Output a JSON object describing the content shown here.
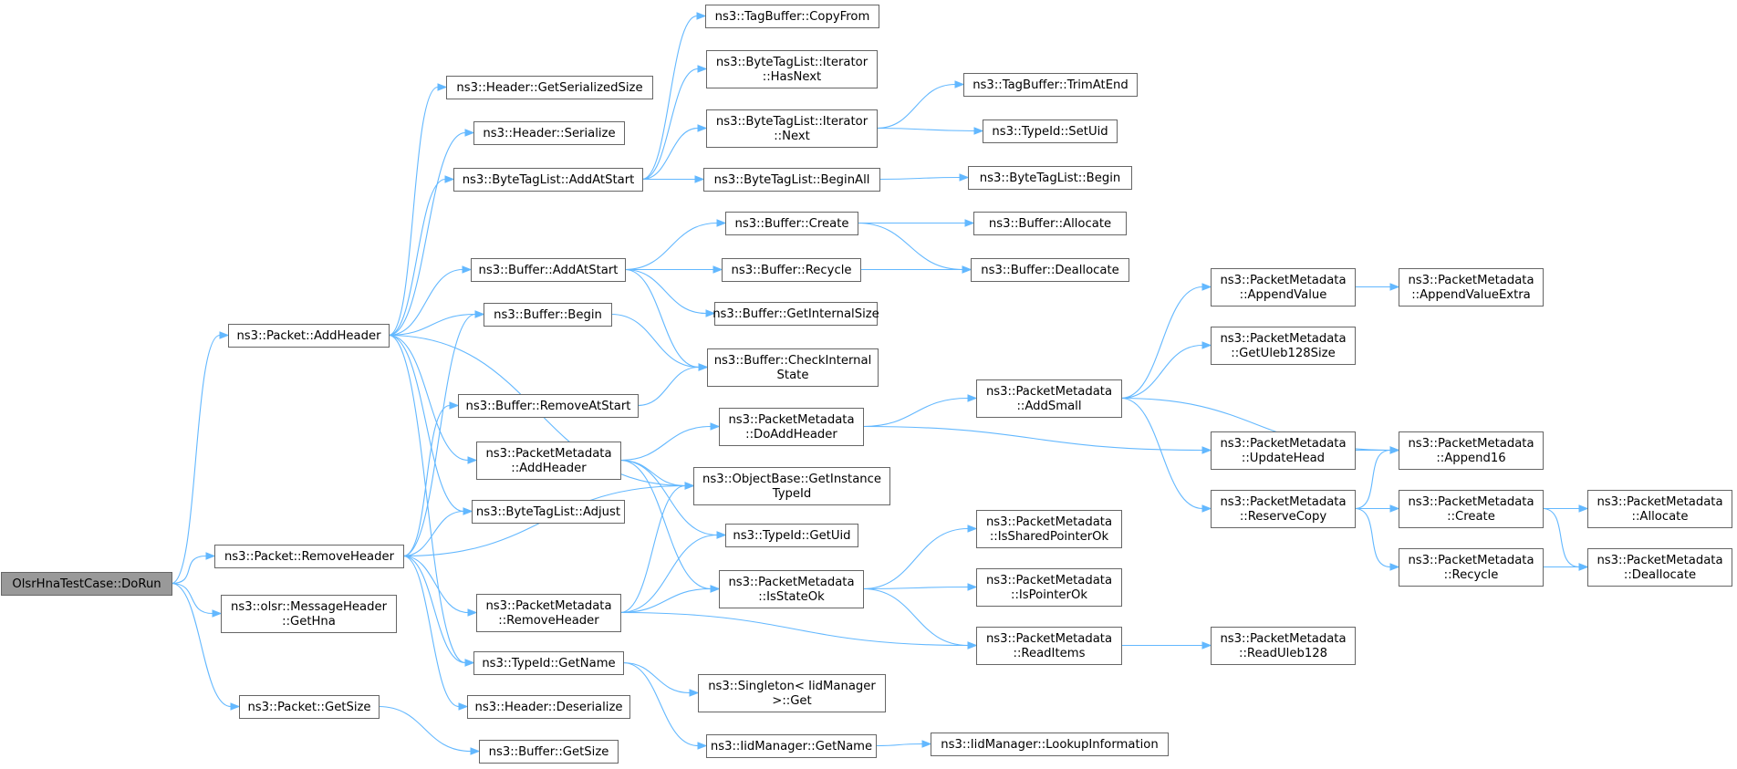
{
  "graph": {
    "nodes": [
      {
        "id": "dorun",
        "lines": [
          "OlsrHnaTestCase::DoRun"
        ],
        "root": true
      },
      {
        "id": "p_addheader",
        "lines": [
          "ns3::Packet::AddHeader"
        ]
      },
      {
        "id": "p_removeheader",
        "lines": [
          "ns3::Packet::RemoveHeader"
        ]
      },
      {
        "id": "olsr_gethna",
        "lines": [
          "ns3::olsr::MessageHeader",
          "::GetHna"
        ]
      },
      {
        "id": "p_getsize",
        "lines": [
          "ns3::Packet::GetSize"
        ]
      },
      {
        "id": "h_getser",
        "lines": [
          "ns3::Header::GetSerializedSize"
        ]
      },
      {
        "id": "h_serialize",
        "lines": [
          "ns3::Header::Serialize"
        ]
      },
      {
        "id": "btl_addatstart",
        "lines": [
          "ns3::ByteTagList::AddAtStart"
        ]
      },
      {
        "id": "b_addatstart",
        "lines": [
          "ns3::Buffer::AddAtStart"
        ]
      },
      {
        "id": "b_begin",
        "lines": [
          "ns3::Buffer::Begin"
        ]
      },
      {
        "id": "b_removeatstart",
        "lines": [
          "ns3::Buffer::RemoveAtStart"
        ]
      },
      {
        "id": "pm_addheader",
        "lines": [
          "ns3::PacketMetadata",
          "::AddHeader"
        ]
      },
      {
        "id": "btl_adjust",
        "lines": [
          "ns3::ByteTagList::Adjust"
        ]
      },
      {
        "id": "pm_removeheader",
        "lines": [
          "ns3::PacketMetadata",
          "::RemoveHeader"
        ]
      },
      {
        "id": "t_getname",
        "lines": [
          "ns3::TypeId::GetName"
        ]
      },
      {
        "id": "h_deserialize",
        "lines": [
          "ns3::Header::Deserialize"
        ]
      },
      {
        "id": "b_getsize",
        "lines": [
          "ns3::Buffer::GetSize"
        ]
      },
      {
        "id": "tb_copyfrom",
        "lines": [
          "ns3::TagBuffer::CopyFrom"
        ]
      },
      {
        "id": "btl_it_hasnext",
        "lines": [
          "ns3::ByteTagList::Iterator",
          "::HasNext"
        ]
      },
      {
        "id": "btl_it_next",
        "lines": [
          "ns3::ByteTagList::Iterator",
          "::Next"
        ]
      },
      {
        "id": "btl_beginall",
        "lines": [
          "ns3::ByteTagList::BeginAll"
        ]
      },
      {
        "id": "b_create",
        "lines": [
          "ns3::Buffer::Create"
        ]
      },
      {
        "id": "b_recycle",
        "lines": [
          "ns3::Buffer::Recycle"
        ]
      },
      {
        "id": "b_getinternalsize",
        "lines": [
          "ns3::Buffer::GetInternalSize"
        ]
      },
      {
        "id": "b_checkinternal",
        "lines": [
          "ns3::Buffer::CheckInternal",
          "State"
        ]
      },
      {
        "id": "pm_doaddheader",
        "lines": [
          "ns3::PacketMetadata",
          "::DoAddHeader"
        ]
      },
      {
        "id": "ob_getinstancetypeid",
        "lines": [
          "ns3::ObjectBase::GetInstance",
          "TypeId"
        ]
      },
      {
        "id": "t_getuid",
        "lines": [
          "ns3::TypeId::GetUid"
        ]
      },
      {
        "id": "pm_isstateok",
        "lines": [
          "ns3::PacketMetadata",
          "::IsStateOk"
        ]
      },
      {
        "id": "singleton_get",
        "lines": [
          "ns3::Singleton< IidManager",
          ">::Get"
        ]
      },
      {
        "id": "iid_getname",
        "lines": [
          "ns3::IidManager::GetName"
        ]
      },
      {
        "id": "tb_trimatend",
        "lines": [
          "ns3::TagBuffer::TrimAtEnd"
        ]
      },
      {
        "id": "t_setuid",
        "lines": [
          "ns3::TypeId::SetUid"
        ]
      },
      {
        "id": "btl_begin",
        "lines": [
          "ns3::ByteTagList::Begin"
        ]
      },
      {
        "id": "b_allocate",
        "lines": [
          "ns3::Buffer::Allocate"
        ]
      },
      {
        "id": "b_deallocate",
        "lines": [
          "ns3::Buffer::Deallocate"
        ]
      },
      {
        "id": "pm_addsmall",
        "lines": [
          "ns3::PacketMetadata",
          "::AddSmall"
        ]
      },
      {
        "id": "pm_issharedpointerok",
        "lines": [
          "ns3::PacketMetadata",
          "::IsSharedPointerOk"
        ]
      },
      {
        "id": "pm_ispointerok",
        "lines": [
          "ns3::PacketMetadata",
          "::IsPointerOk"
        ]
      },
      {
        "id": "pm_readitems",
        "lines": [
          "ns3::PacketMetadata",
          "::ReadItems"
        ]
      },
      {
        "id": "iid_lookupinfo",
        "lines": [
          "ns3::IidManager::LookupInformation"
        ]
      },
      {
        "id": "pm_appendvalue",
        "lines": [
          "ns3::PacketMetadata",
          "::AppendValue"
        ]
      },
      {
        "id": "pm_getuleb128size",
        "lines": [
          "ns3::PacketMetadata",
          "::GetUleb128Size"
        ]
      },
      {
        "id": "pm_updatehead",
        "lines": [
          "ns3::PacketMetadata",
          "::UpdateHead"
        ]
      },
      {
        "id": "pm_reservecopy",
        "lines": [
          "ns3::PacketMetadata",
          "::ReserveCopy"
        ]
      },
      {
        "id": "pm_appendvalueextra",
        "lines": [
          "ns3::PacketMetadata",
          "::AppendValueExtra"
        ]
      },
      {
        "id": "pm_append16",
        "lines": [
          "ns3::PacketMetadata",
          "::Append16"
        ]
      },
      {
        "id": "pm_create",
        "lines": [
          "ns3::PacketMetadata",
          "::Create"
        ]
      },
      {
        "id": "pm_recycle",
        "lines": [
          "ns3::PacketMetadata",
          "::Recycle"
        ]
      },
      {
        "id": "pm_readuleb128",
        "lines": [
          "ns3::PacketMetadata",
          "::ReadUleb128"
        ]
      },
      {
        "id": "pm_allocate",
        "lines": [
          "ns3::PacketMetadata",
          "::Allocate"
        ]
      },
      {
        "id": "pm_deallocate",
        "lines": [
          "ns3::PacketMetadata",
          "::Deallocate"
        ]
      }
    ],
    "edges": [
      [
        "dorun",
        "p_addheader"
      ],
      [
        "dorun",
        "p_removeheader"
      ],
      [
        "dorun",
        "olsr_gethna"
      ],
      [
        "dorun",
        "p_getsize"
      ],
      [
        "p_addheader",
        "h_getser"
      ],
      [
        "p_addheader",
        "h_serialize"
      ],
      [
        "p_addheader",
        "btl_addatstart"
      ],
      [
        "p_addheader",
        "b_addatstart"
      ],
      [
        "p_addheader",
        "b_begin"
      ],
      [
        "p_addheader",
        "pm_addheader"
      ],
      [
        "p_addheader",
        "btl_adjust"
      ],
      [
        "p_addheader",
        "ob_getinstancetypeid"
      ],
      [
        "p_addheader",
        "t_getname"
      ],
      [
        "p_removeheader",
        "b_begin"
      ],
      [
        "p_removeheader",
        "b_removeatstart"
      ],
      [
        "p_removeheader",
        "btl_adjust"
      ],
      [
        "p_removeheader",
        "ob_getinstancetypeid"
      ],
      [
        "p_removeheader",
        "pm_removeheader"
      ],
      [
        "p_removeheader",
        "t_getname"
      ],
      [
        "p_removeheader",
        "h_deserialize"
      ],
      [
        "p_getsize",
        "b_getsize"
      ],
      [
        "btl_addatstart",
        "tb_copyfrom"
      ],
      [
        "btl_addatstart",
        "btl_it_hasnext"
      ],
      [
        "btl_addatstart",
        "btl_it_next"
      ],
      [
        "btl_addatstart",
        "btl_beginall"
      ],
      [
        "b_addatstart",
        "b_create"
      ],
      [
        "b_addatstart",
        "b_recycle"
      ],
      [
        "b_addatstart",
        "b_getinternalsize"
      ],
      [
        "b_addatstart",
        "b_checkinternal"
      ],
      [
        "b_begin",
        "b_checkinternal"
      ],
      [
        "b_removeatstart",
        "b_checkinternal"
      ],
      [
        "pm_addheader",
        "pm_doaddheader"
      ],
      [
        "pm_addheader",
        "ob_getinstancetypeid"
      ],
      [
        "pm_addheader",
        "t_getuid"
      ],
      [
        "pm_addheader",
        "pm_isstateok"
      ],
      [
        "pm_removeheader",
        "ob_getinstancetypeid"
      ],
      [
        "pm_removeheader",
        "t_getuid"
      ],
      [
        "pm_removeheader",
        "pm_isstateok"
      ],
      [
        "pm_removeheader",
        "pm_readitems"
      ],
      [
        "t_getname",
        "singleton_get"
      ],
      [
        "t_getname",
        "iid_getname"
      ],
      [
        "btl_it_next",
        "tb_trimatend"
      ],
      [
        "btl_it_next",
        "t_setuid"
      ],
      [
        "btl_beginall",
        "btl_begin"
      ],
      [
        "b_create",
        "b_allocate"
      ],
      [
        "b_create",
        "b_deallocate"
      ],
      [
        "b_recycle",
        "b_deallocate"
      ],
      [
        "pm_doaddheader",
        "pm_addsmall"
      ],
      [
        "pm_doaddheader",
        "pm_updatehead"
      ],
      [
        "pm_isstateok",
        "pm_issharedpointerok"
      ],
      [
        "pm_isstateok",
        "pm_ispointerok"
      ],
      [
        "pm_isstateok",
        "pm_readitems"
      ],
      [
        "iid_getname",
        "iid_lookupinfo"
      ],
      [
        "pm_addsmall",
        "pm_appendvalue"
      ],
      [
        "pm_addsmall",
        "pm_getuleb128size"
      ],
      [
        "pm_addsmall",
        "pm_append16"
      ],
      [
        "pm_addsmall",
        "pm_reservecopy"
      ],
      [
        "pm_appendvalue",
        "pm_appendvalueextra"
      ],
      [
        "pm_updatehead",
        "pm_append16"
      ],
      [
        "pm_reservecopy",
        "pm_append16"
      ],
      [
        "pm_reservecopy",
        "pm_create"
      ],
      [
        "pm_reservecopy",
        "pm_recycle"
      ],
      [
        "pm_readitems",
        "pm_readuleb128"
      ],
      [
        "pm_create",
        "pm_allocate"
      ],
      [
        "pm_create",
        "pm_deallocate"
      ],
      [
        "pm_recycle",
        "pm_deallocate"
      ]
    ]
  },
  "colors": {
    "edge": "#63b8ff",
    "node_border": "#666666",
    "root_fill": "#999999"
  }
}
